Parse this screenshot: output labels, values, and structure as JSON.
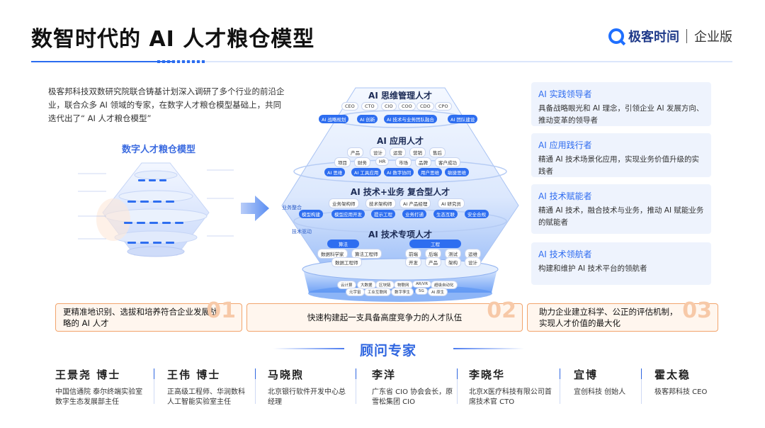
{
  "header": {
    "title": "数智时代的 AI 人才粮仓模型",
    "logo_brand": "极客时间",
    "logo_edition": "企业版"
  },
  "intro": "极客邦科技双数研究院联合铸基计划深入调研了多个行业的前沿企业，联合众多 AI 领域的专家，在数字人才粮仓模型基础上，共同迭代出了“ AI 人才粮仓模型”",
  "mini": {
    "title": "数字人才粮仓模型"
  },
  "pyramid": {
    "side_labels": [
      "业务整合",
      "技术驱动"
    ],
    "layers": [
      {
        "title": "AI 思维管理人才",
        "chips_white": [
          "CEO",
          "CTO",
          "CIO",
          "COO",
          "CDO",
          "CPO"
        ],
        "chips_blue": [
          "AI 战略规划",
          "AI 创新",
          "AI 技术与业务团队融合",
          "AI 团队建设"
        ]
      },
      {
        "title": "AI 应用人才",
        "chips_white": [
          "产品",
          "设计",
          "运营",
          "营销",
          "售后",
          "项目",
          "财务",
          "HR",
          "市场",
          "品牌",
          "客户成功"
        ],
        "chips_blue": [
          "AI 思维",
          "AI 工具应用",
          "AI 数字协同",
          "用户思维",
          "敏捷思维"
        ]
      },
      {
        "title": "AI 技术+业务 复合型人才",
        "chips_white": [
          "业务架构师",
          "技术架构师",
          "AI 产品经理",
          "AI 研究员"
        ],
        "chips_blue": [
          "模型构建",
          "模型应用开发",
          "提示工程",
          "业务打通",
          "生态互联",
          "安全合规"
        ]
      },
      {
        "title": "AI 技术专项人才",
        "chips_blue": [
          "算法",
          "工程"
        ],
        "chips_white": [
          "数据科学家",
          "算法工程师",
          "数据工程师",
          "前端",
          "后端",
          "测试",
          "运维",
          "开发",
          "产品",
          "架构",
          "设计"
        ]
      },
      {
        "chips_white": [
          "云计算",
          "大数据",
          "区块链",
          "物联网",
          "AR/VR",
          "超级自动化",
          "元宇宙",
          "工业互联网",
          "数字孪生",
          "5G",
          "AI 原生"
        ]
      }
    ]
  },
  "cards": [
    {
      "title": "AI 实践领导者",
      "desc": "具备战略眼光和 AI 理念，引领企业 AI 发展方向、推动变革的领导者"
    },
    {
      "title": "AI 应用践行者",
      "desc": "精通 AI 技术场景化应用，实现业务价值升级的实践者"
    },
    {
      "title": "AI 技术赋能者",
      "desc": "精通 AI 技术，融合技术与业务，推动 AI 赋能业务的赋能者"
    },
    {
      "title": "AI 技术领航者",
      "desc": "构建和维护 AI 技术平台的领航者"
    }
  ],
  "values": [
    {
      "text": "更精准地识别、选拔和培养符合企业发展战略的 AI 人才",
      "num": "01"
    },
    {
      "text": "快速构建起一支具备高度竞争力的人才队伍",
      "num": "02"
    },
    {
      "text": "助力企业建立科学、公正的评估机制，实现人才价值的最大化",
      "num": "03"
    }
  ],
  "advisors": {
    "title": "顾问专家",
    "people": [
      {
        "name": "王景尧 博士",
        "desc": "中国信通院 泰尔终端实验室数字生态发展部主任"
      },
      {
        "name": "王伟 博士",
        "desc": "正高级工程师、华润数科人工智能实验室主任"
      },
      {
        "name": "马晓煦",
        "desc": "北京银行软件开发中心总经理"
      },
      {
        "name": "李洋",
        "desc": "广东省 CIO 协会会长，原雪松集团 CIO"
      },
      {
        "name": "李晓华",
        "desc": "北京X医疗科技有限公司首席技术官 CTO"
      },
      {
        "name": "宜博",
        "desc": "宜创科技 创始人"
      },
      {
        "name": "霍太稳",
        "desc": "极客邦科技 CEO"
      }
    ]
  },
  "colors": {
    "accent": "#2f6cf0",
    "orange": "#f2a46c",
    "card_bg": "#eef3fd"
  }
}
